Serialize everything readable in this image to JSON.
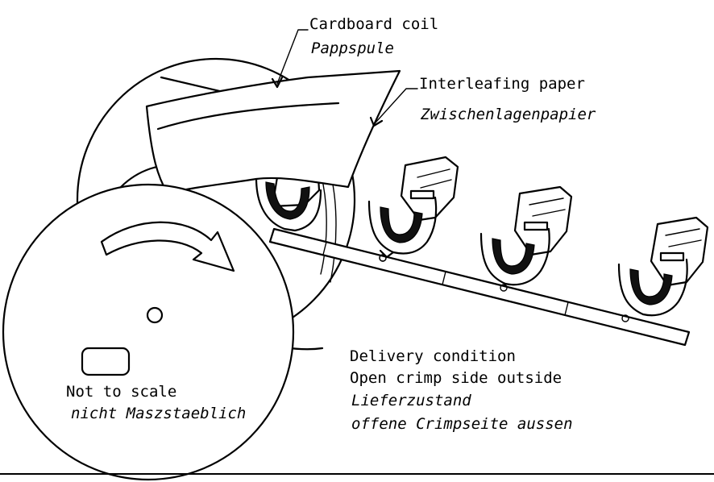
{
  "labels": {
    "cardboard_coil_en": "Cardboard coil",
    "cardboard_coil_de": "Pappspule",
    "interleafing_en": "Interleafing paper",
    "interleafing_de": "Zwischenlagenpapier",
    "delivery_en_1": "Delivery condition",
    "delivery_en_2": "Open crimp side outside",
    "delivery_de_1": "Lieferzustand",
    "delivery_de_2": "offene Crimpseite aussen",
    "scale_en": "Not to scale",
    "scale_de": "nicht Maszstaeblich"
  },
  "colors": {
    "line": "#000000",
    "background": "#ffffff"
  },
  "icons": {
    "rotation": "curved-arrow-icon",
    "terminal": "crimp-terminal-icon"
  }
}
